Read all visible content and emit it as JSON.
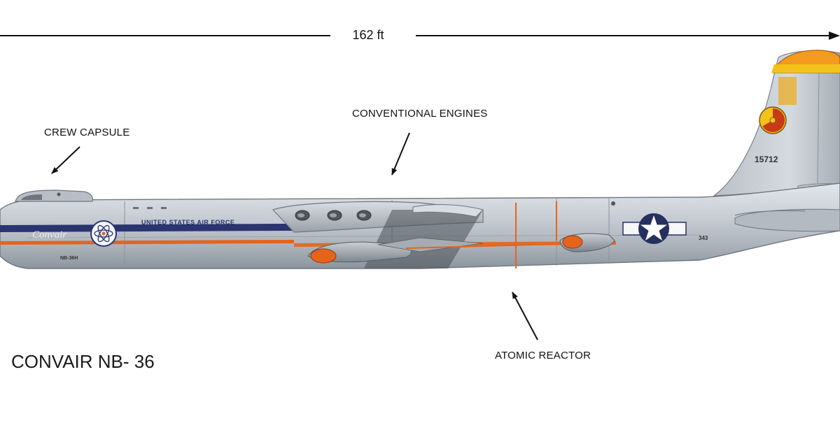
{
  "dimension": {
    "length_label": "162 ft"
  },
  "callouts": {
    "crew_capsule": "CREW CAPSULE",
    "conventional_engines": "CONVENTIONAL ENGINES",
    "atomic_reactor": "ATOMIC REACTOR"
  },
  "title": "CONVAIR NB- 36",
  "aircraft_markings": {
    "brand": "Convair",
    "air_force": "UNITED STATES AIR FORCE",
    "tail_number": "15712",
    "nose_code": "NB-36H",
    "rear_code": "343"
  },
  "colors": {
    "fuselage": "#c3c9cf",
    "stripe_blue": "#2a3470",
    "stripe_orange": "#e5641c",
    "tail_cap": "#f39a1f",
    "radiation_yellow": "#f2c21a",
    "roundel_blue": "#26305f"
  }
}
